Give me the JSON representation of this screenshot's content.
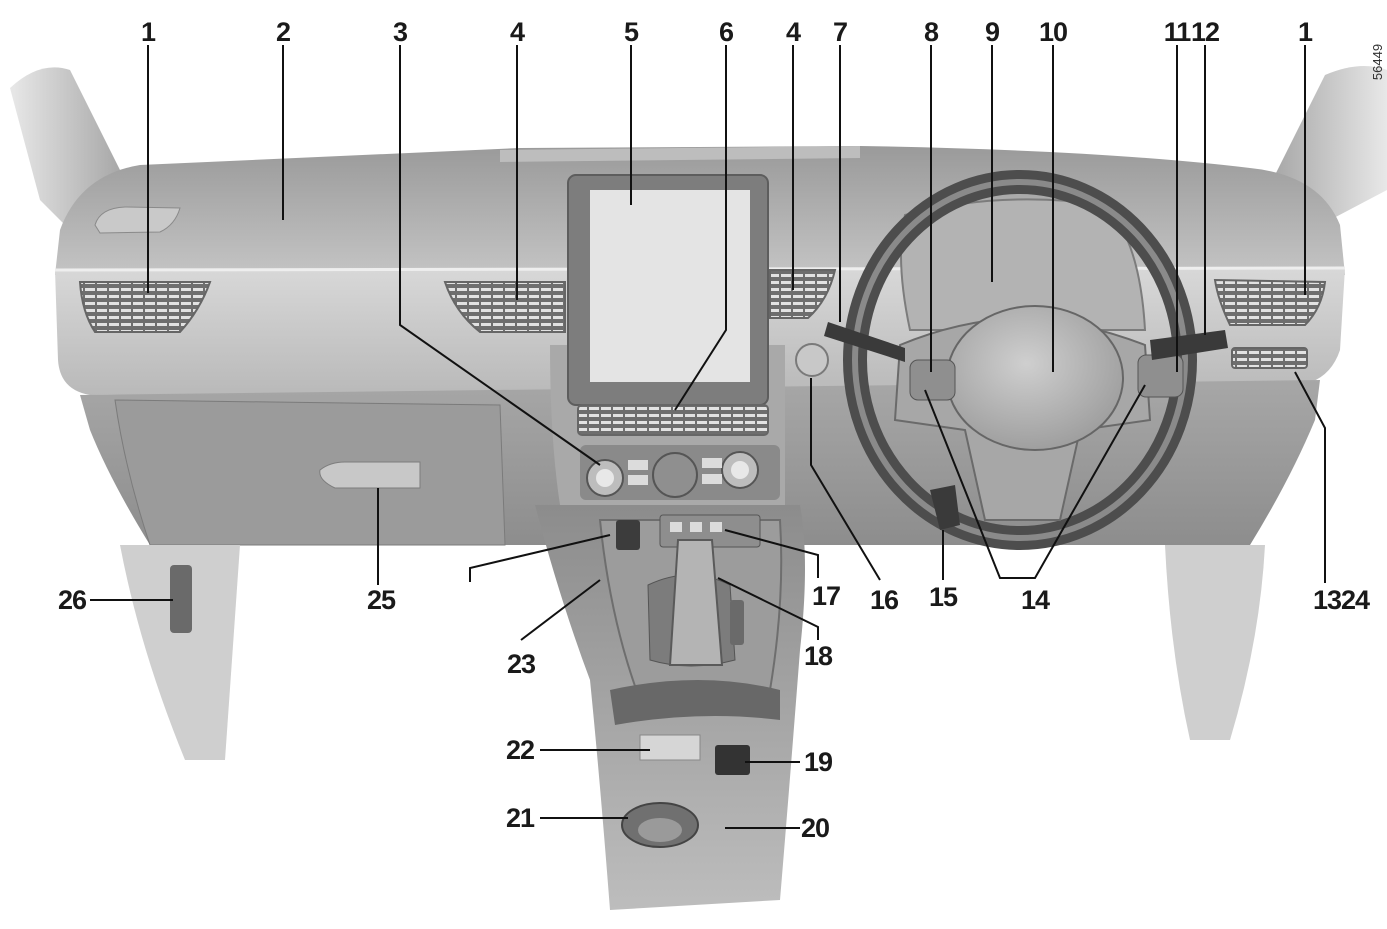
{
  "figure_ref": "56449",
  "callouts": [
    {
      "id": "c1a",
      "text": "1"
    },
    {
      "id": "c2",
      "text": "2"
    },
    {
      "id": "c3",
      "text": "3"
    },
    {
      "id": "c4a",
      "text": "4"
    },
    {
      "id": "c5",
      "text": "5"
    },
    {
      "id": "c6",
      "text": "6"
    },
    {
      "id": "c4b",
      "text": "4"
    },
    {
      "id": "c7",
      "text": "7"
    },
    {
      "id": "c8",
      "text": "8"
    },
    {
      "id": "c9",
      "text": "9"
    },
    {
      "id": "c10",
      "text": "10"
    },
    {
      "id": "c11",
      "text": "11"
    },
    {
      "id": "c12",
      "text": "12"
    },
    {
      "id": "c1b",
      "text": "1"
    },
    {
      "id": "c13",
      "text": "13"
    },
    {
      "id": "c24",
      "text": "24"
    },
    {
      "id": "c14",
      "text": "14"
    },
    {
      "id": "c15",
      "text": "15"
    },
    {
      "id": "c16",
      "text": "16"
    },
    {
      "id": "c17",
      "text": "17"
    },
    {
      "id": "c18",
      "text": "18"
    },
    {
      "id": "c19",
      "text": "19"
    },
    {
      "id": "c20",
      "text": "20"
    },
    {
      "id": "c21",
      "text": "21"
    },
    {
      "id": "c22",
      "text": "22"
    },
    {
      "id": "c23",
      "text": "23"
    },
    {
      "id": "c25",
      "text": "25"
    },
    {
      "id": "c26",
      "text": "26"
    }
  ]
}
